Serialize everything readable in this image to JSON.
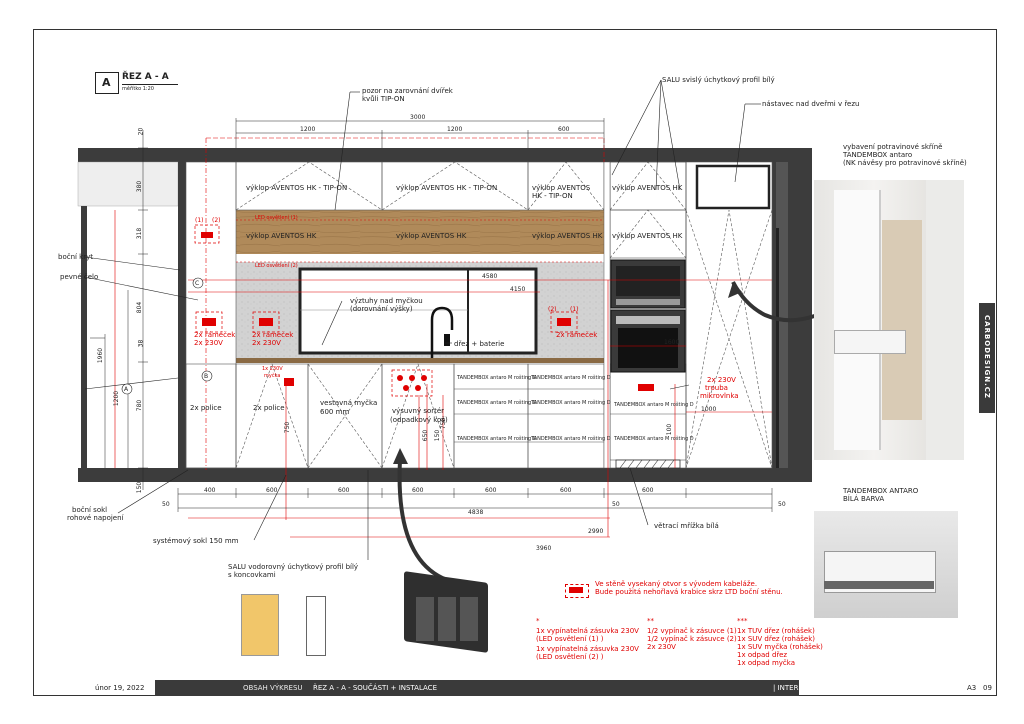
{
  "section": {
    "letter": "A",
    "title": "ŘEZ A - A",
    "scale": "měřítko 1:20"
  },
  "notes": {
    "pozor": [
      "pozor na zarovnání dvířek",
      "kvůli TIP-ON"
    ],
    "salu_top": "SALU svislý úchytkový profil bílý",
    "nastavec": "nástavec nad dveřmi v řezu",
    "vybaveni": [
      "vybavení potravinové skříně",
      "TANDEMBOX antaro",
      "(NK návěsy pro potravinové skříně)"
    ],
    "bocni_kryt": "boční kryt",
    "pevne_celo": "pevné čelo",
    "vyztuhy": [
      "výztuhy nad myčkou",
      "(dorovnání výšky)"
    ],
    "drez": "dřez + baterie",
    "bocni_sokl": [
      "boční sokl",
      "rohové napojení"
    ],
    "systemovy_sokl": "systémový sokl 150 mm",
    "salu_bottom": [
      "SALU vodorovný úchytkový profil bílý",
      "s koncovkami"
    ],
    "vetraci": "větrací mřížka bílá",
    "tandembox_title": [
      "TANDEMBOX ANTARO",
      "BÍLÁ BARVA"
    ],
    "stena": [
      "Ve stěně vysekaný otvor s vývodem kabeláže.",
      "Bude použitá nehořlavá krabice skrz LTD boční stěnu."
    ],
    "mikro": [
      "2x 230V",
      "trouba",
      "mikrovlnka"
    ]
  },
  "cabinets": {
    "upper": [
      "výklop AVENTOS HK - TIP-ON",
      "výklop AVENTOS HK - TIP-ON",
      "výklop AVENTOS HK - TIP-ON",
      "výklop AVENTOS HK",
      "výklop AVENTOS HK",
      "výklop AVENTOS HK",
      "výklop AVENTOS HK",
      "výklop AVENTOS HK"
    ],
    "led": [
      "LED osvětlení (1)",
      "LED osvětlení (2)"
    ],
    "lower": {
      "police1": "2x police",
      "police2": "2x police",
      "mycka": [
        "vestavná myčka",
        "600 mm"
      ],
      "sorter": [
        "výsuvný sortér",
        "(odpadkový koš)"
      ],
      "tb": "TANDEMBOX antaro M rošting D",
      "x230": [
        "1x 230V",
        "myčka"
      ]
    },
    "zasuvky": [
      [
        "2x rámeček",
        "2x 230V"
      ],
      [
        "2x rámeček",
        "2x 230V"
      ],
      [
        "2x rámeček"
      ]
    ],
    "markers": [
      "(1)",
      "(2)",
      "(2)",
      "(1)",
      "C",
      "A",
      "B"
    ]
  },
  "dims": {
    "top": [
      "3000",
      "1200",
      "1200",
      "600"
    ],
    "bottom": [
      "400",
      "600",
      "600",
      "600",
      "600",
      "600",
      "600"
    ],
    "side": [
      "20",
      "380",
      "318",
      "804",
      "38",
      "780",
      "150",
      "1200",
      "1960"
    ],
    "red": [
      "4580",
      "4150",
      "1600",
      "1000",
      "2990",
      "3960",
      "750",
      "650",
      "150",
      "100",
      "750"
    ],
    "total": "4838",
    "fifty": [
      "50",
      "50",
      "50"
    ]
  },
  "legend": {
    "stars": [
      "*",
      "**",
      "***"
    ],
    "col1": [
      "1x vypínatelná zásuvka 230V",
      "(LED osvětlení (1) )",
      "1x vypínatelná zásuvka 230V",
      "(LED osvětlení (2) )"
    ],
    "col2": [
      "1/2 vypínač k zásuvce (1)",
      "1/2 vypínač k zásuvce (2)",
      "2x 230V"
    ],
    "col3": [
      "1x TUV dřez (rohášek)",
      "1x SUV dřez (rohášek)",
      "1x SUV myčka (rohášek)",
      "1x odpad dřez",
      "1x odpad myčka"
    ]
  },
  "footer": {
    "date": "únor 19, 2022",
    "obsah": "OBSAH VÝKRESU",
    "title": "ŘEZ A - A - SOUČÁSTI + INSTALACE",
    "section": "| INTERIÉR + KOUPELNA",
    "format": "A3",
    "page": "09"
  },
  "brand": "CARBODESIGN.CZ",
  "colors": {
    "accent": "#e00000",
    "dark": "#3a3a3a",
    "wood": "#b08a5a",
    "concrete": "#cfcfcf"
  }
}
